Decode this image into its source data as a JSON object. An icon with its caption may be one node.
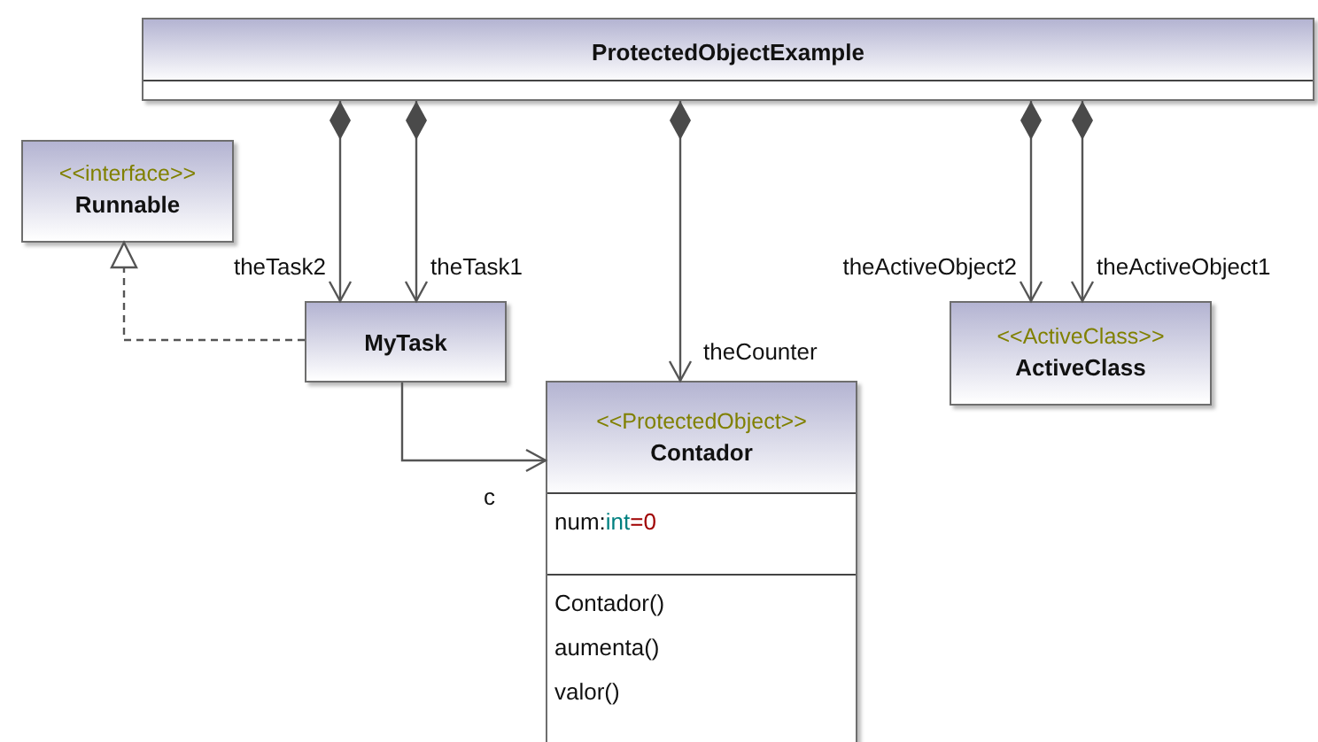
{
  "diagram": {
    "nodes": [
      {
        "text": [
          "ProtectedObjectExample"
        ]
      },
      {
        "text": [
          "<<interface>>",
          "Runnable"
        ]
      },
      {
        "text": [
          "MyTask"
        ]
      },
      {
        "text": [
          "<<ProtectedObject>>",
          "Contador",
          "num:int=0",
          "Contador()",
          "aumenta()",
          "valor()"
        ]
      },
      {
        "text": [
          "<<ActiveClass>>",
          "ActiveClass"
        ]
      }
    ],
    "edges": [
      {
        "from": 0,
        "to": 2,
        "arrow": "to",
        "label": "theTask2"
      },
      {
        "from": 0,
        "to": 2,
        "arrow": "to",
        "label": "theTask1"
      },
      {
        "from": 0,
        "to": 3,
        "arrow": "to",
        "label": "theCounter"
      },
      {
        "from": 0,
        "to": 4,
        "arrow": "to",
        "label": "theActiveObject2"
      },
      {
        "from": 0,
        "to": 4,
        "arrow": "to",
        "label": "theActiveObject1"
      },
      {
        "from": 2,
        "to": 1,
        "arrow": "to",
        "style": "dashed"
      },
      {
        "from": 2,
        "to": 3,
        "arrow": "to",
        "label": "c"
      }
    ]
  }
}
